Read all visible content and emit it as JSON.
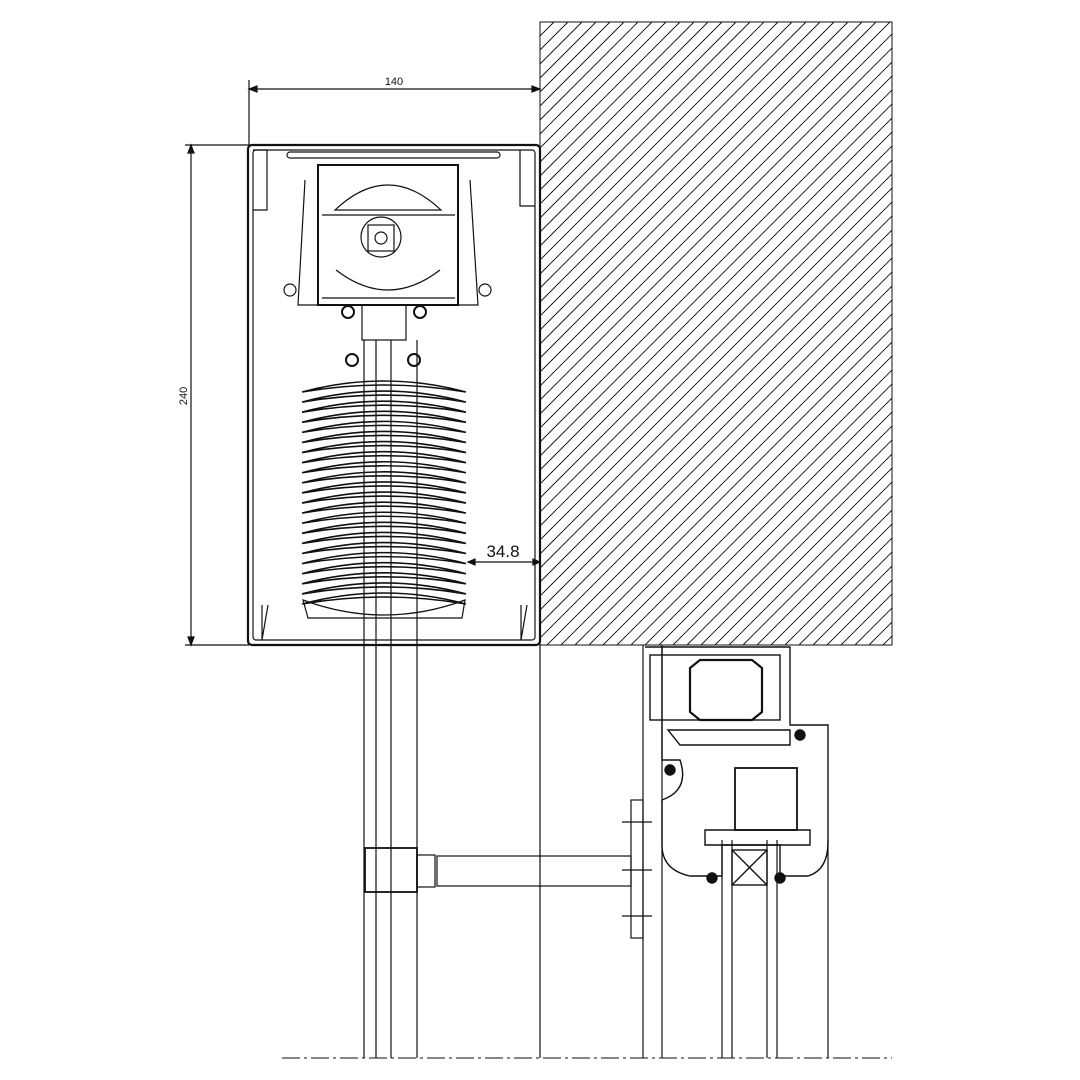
{
  "dimensions": {
    "width_label": "140",
    "height_label": "240",
    "gap_label": "34.8"
  },
  "slat_count": 22,
  "colors": {
    "line": "#111111",
    "background": "#ffffff"
  }
}
